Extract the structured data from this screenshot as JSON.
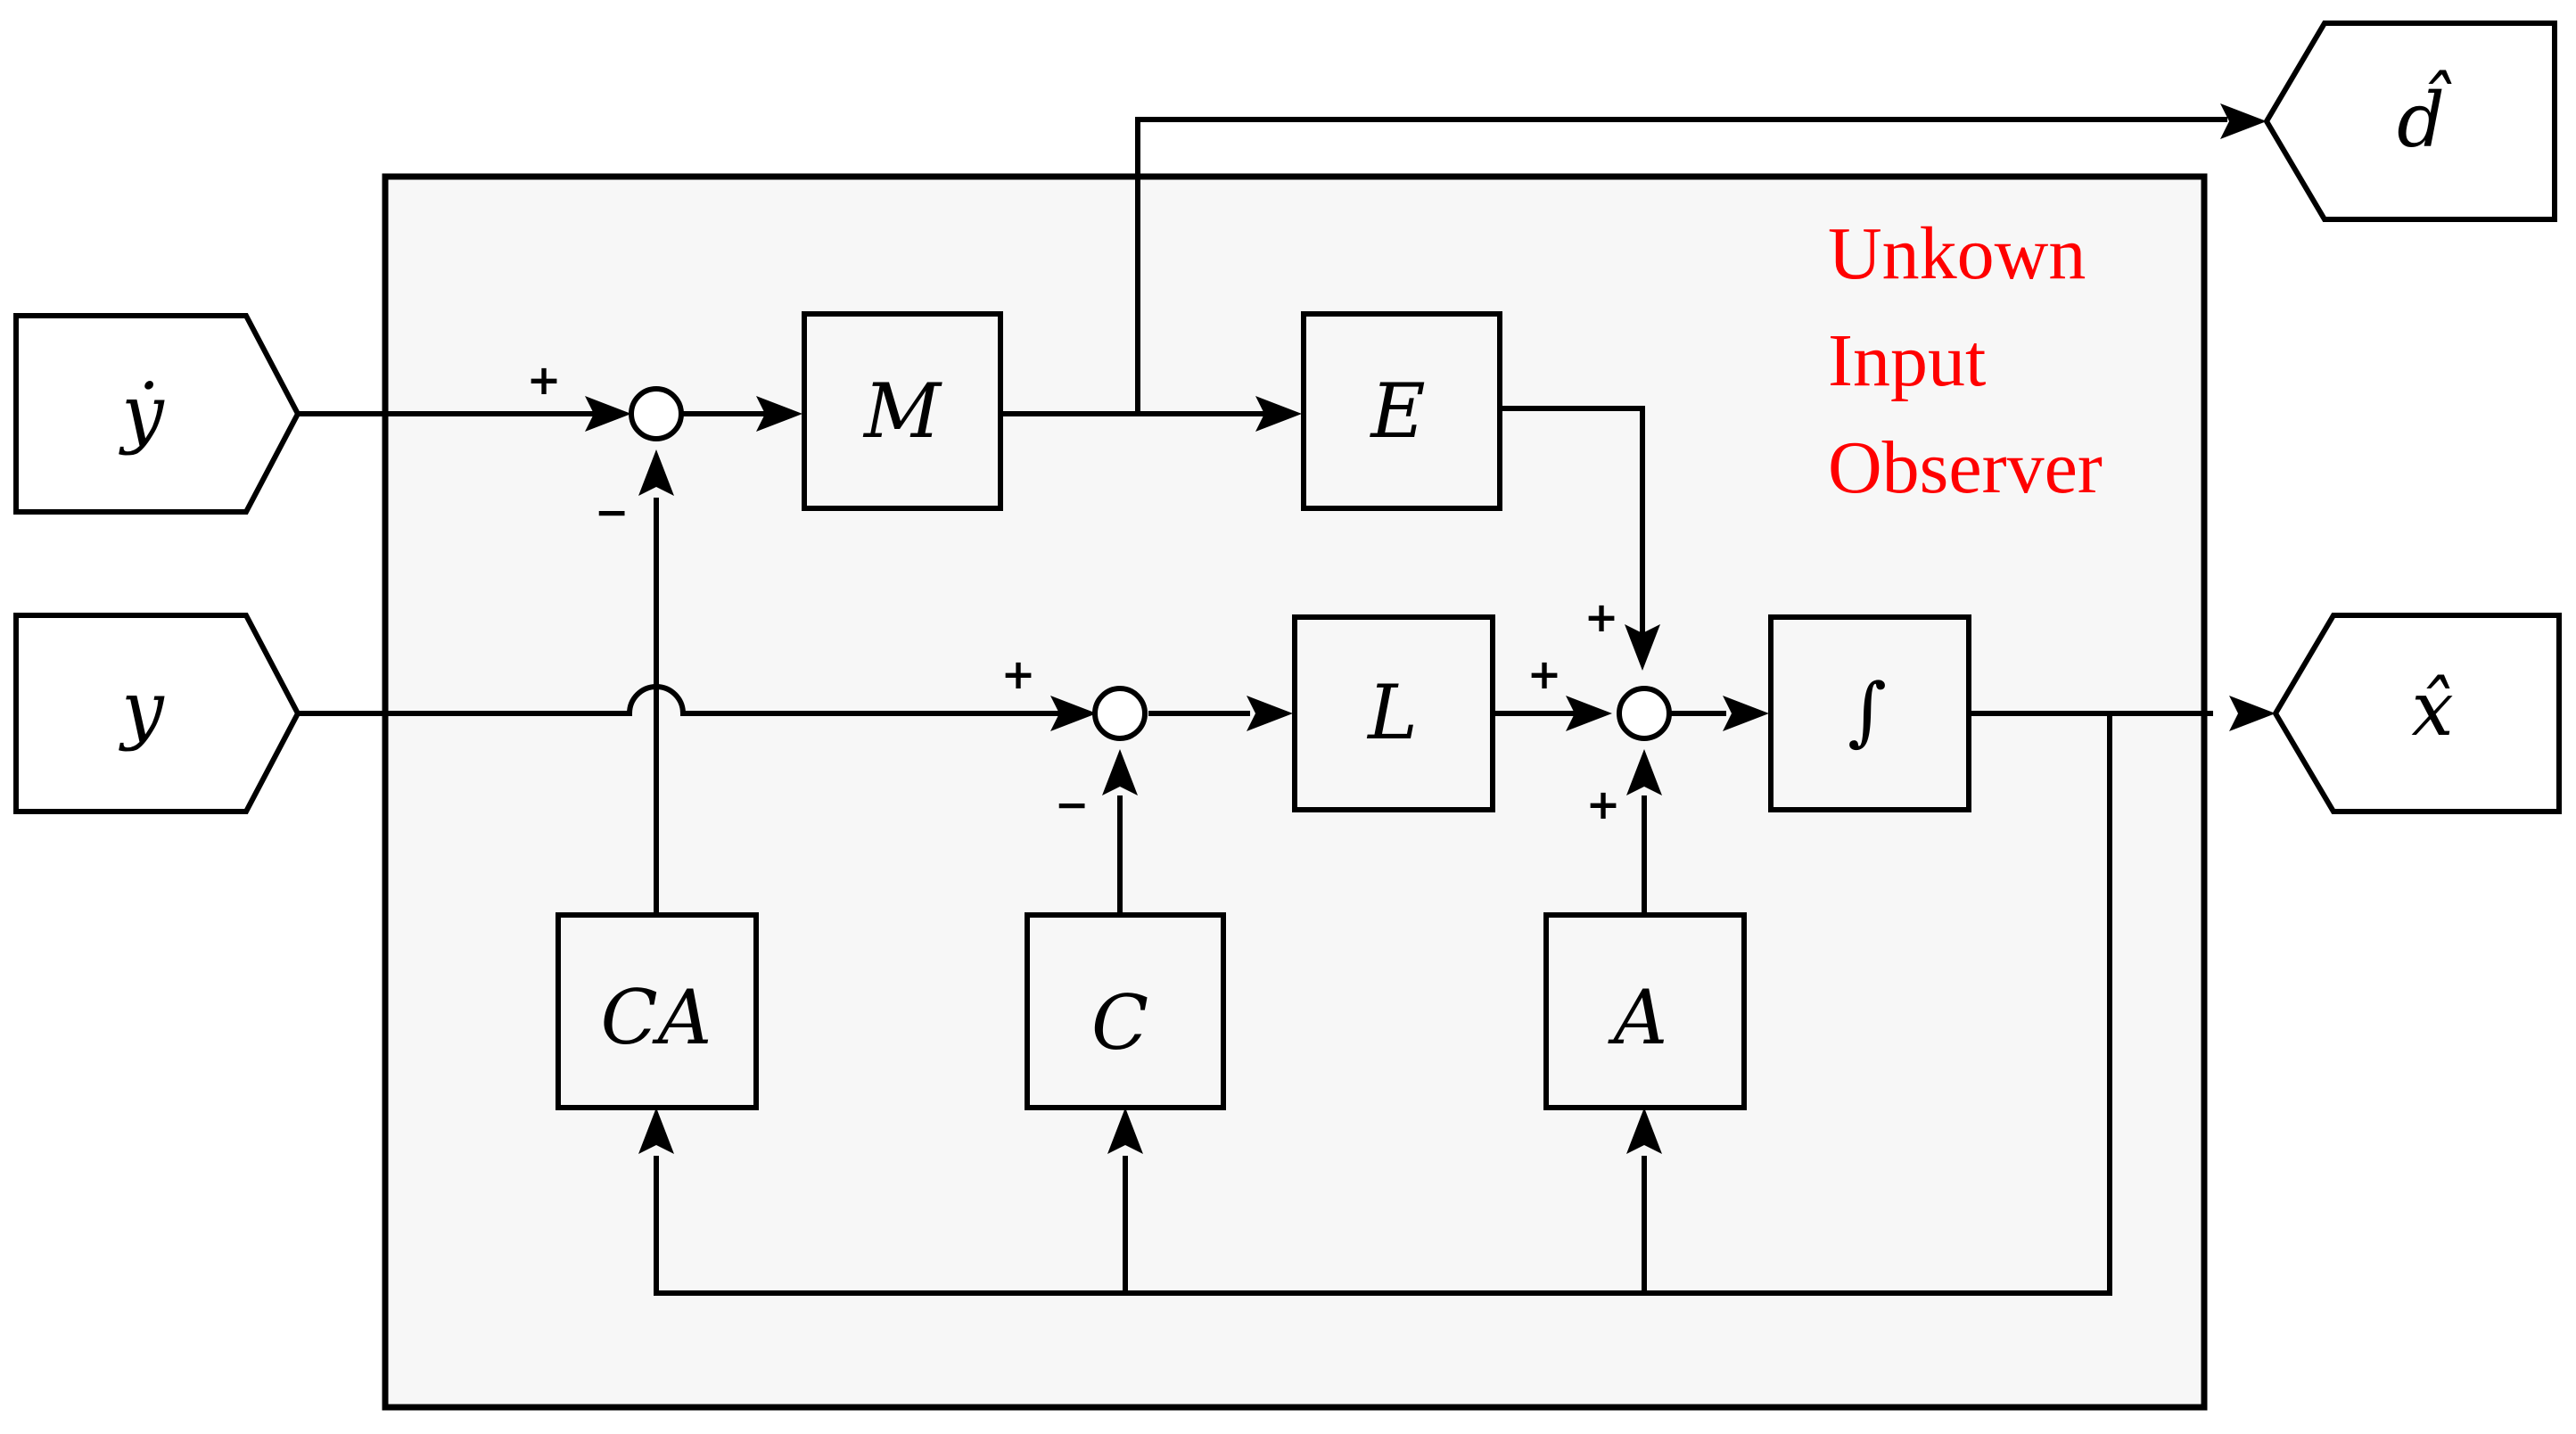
{
  "observer_title": [
    "Unkown",
    "Input",
    "Observer"
  ],
  "colors": {
    "title": "#ff0000",
    "frame_fill": "#f7f7f7",
    "line": "#000000"
  },
  "inputs": {
    "y_dot": "ẏ",
    "y": "y"
  },
  "outputs": {
    "d_hat": "d̂",
    "x_hat": "x̂"
  },
  "blocks": {
    "M": "M",
    "E": "E",
    "L": "L",
    "integrator": "∫",
    "CA": "CA",
    "C": "C",
    "A": "A"
  },
  "signs": {
    "sum1_top": "+",
    "sum1_bottom": "−",
    "sum2_top": "+",
    "sum2_bottom": "−",
    "sum3_left": "+",
    "sum3_top": "+",
    "sum3_bottom": "+"
  }
}
